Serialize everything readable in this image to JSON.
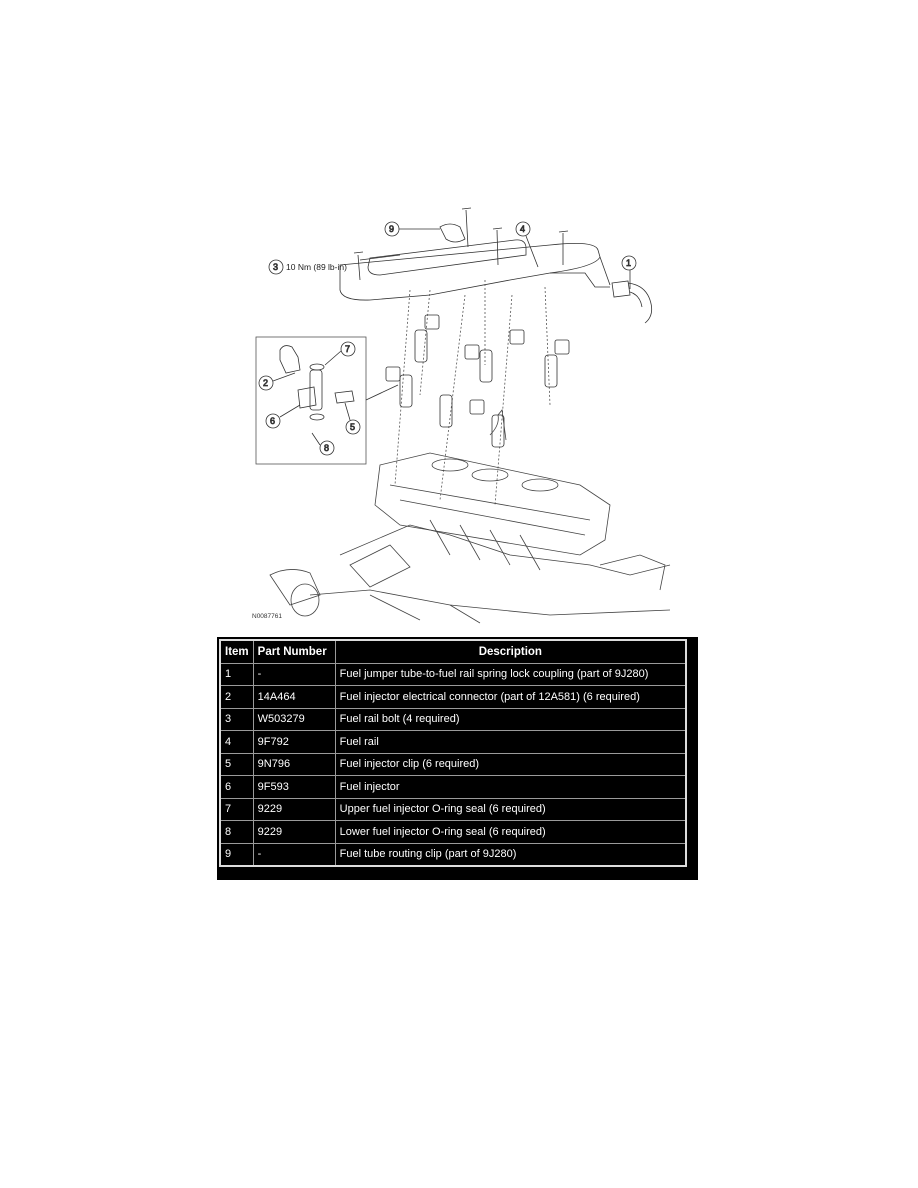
{
  "figure": {
    "id": "N0087761",
    "torque_label": "10 Nm (89 lb-in)",
    "callouts": [
      "1",
      "2",
      "3",
      "4",
      "5",
      "6",
      "7",
      "8",
      "9"
    ]
  },
  "table": {
    "headers": [
      "Item",
      "Part Number",
      "Description"
    ],
    "rows": [
      {
        "item": "1",
        "part": "-",
        "desc": "Fuel jumper tube-to-fuel rail spring lock coupling (part of 9J280)"
      },
      {
        "item": "2",
        "part": "14A464",
        "desc": "Fuel injector electrical connector (part of 12A581) (6 required)"
      },
      {
        "item": "3",
        "part": "W503279",
        "desc": "Fuel rail bolt (4 required)"
      },
      {
        "item": "4",
        "part": "9F792",
        "desc": "Fuel rail"
      },
      {
        "item": "5",
        "part": "9N796",
        "desc": "Fuel injector clip (6 required)"
      },
      {
        "item": "6",
        "part": "9F593",
        "desc": "Fuel injector"
      },
      {
        "item": "7",
        "part": "9229",
        "desc": "Upper fuel injector O-ring seal (6 required)"
      },
      {
        "item": "8",
        "part": "9229",
        "desc": "Lower fuel injector O-ring seal (6 required)"
      },
      {
        "item": "9",
        "part": "-",
        "desc": "Fuel tube routing clip (part of 9J280)"
      }
    ]
  }
}
